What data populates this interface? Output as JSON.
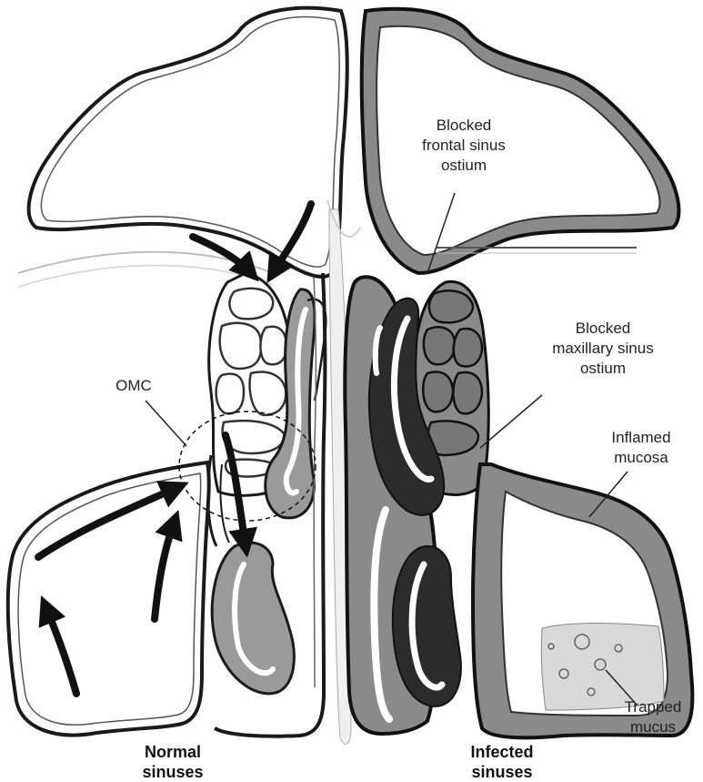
{
  "labels": {
    "blocked_frontal": "Blocked\nfrontal sinus\nostium",
    "blocked_maxillary": "Blocked\nmaxillary sinus\nostium",
    "omc": "OMC",
    "inflamed_mucosa": "Inflamed\nmucosa",
    "trapped_mucus": "Trapped\nmucus"
  },
  "captions": {
    "normal": "Normal\nsinuses",
    "infected": "Infected\nsinuses"
  },
  "colors": {
    "outline": "#1a1a1a",
    "inflamed_gray": "#8a8a8a",
    "dark_mucosa": "#2b2b2b",
    "normal_mucosa": "#9a9a9a",
    "background": "#ffffff"
  }
}
